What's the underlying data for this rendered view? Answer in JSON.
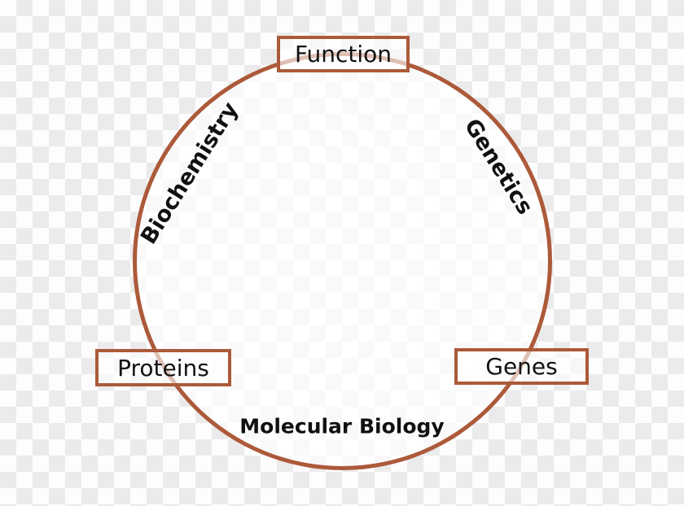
{
  "colors": {
    "outline": "#ac5a3a",
    "checker-light": "#fdfdfd",
    "checker-dark": "#ebebeb",
    "text": "#111111"
  },
  "diagram": {
    "center_title": "Molecular Biology",
    "nodes": [
      {
        "label": "Function"
      },
      {
        "label": "Proteins"
      },
      {
        "label": "Genes"
      }
    ],
    "arc_labels": [
      {
        "label": "Biochemistry"
      },
      {
        "label": "Genetics"
      }
    ]
  }
}
